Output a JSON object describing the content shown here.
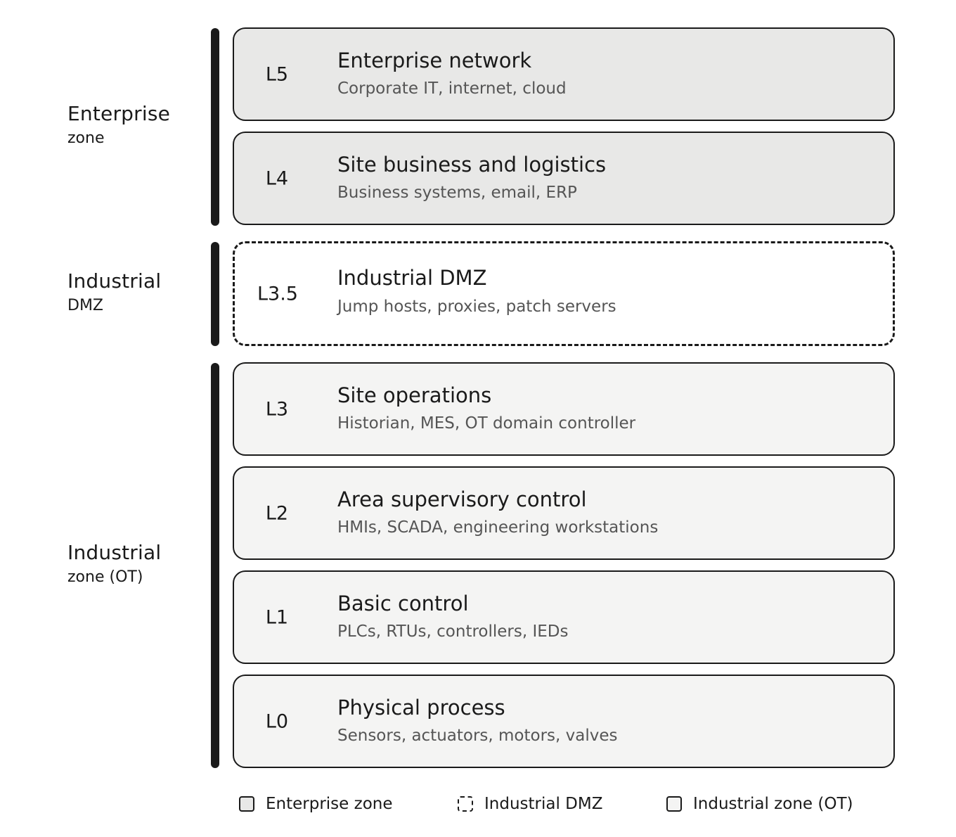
{
  "zones": [
    {
      "id": "enterprise",
      "main": "Enterprise",
      "sub": "zone"
    },
    {
      "id": "dmz",
      "main": "Industrial",
      "sub": "DMZ"
    },
    {
      "id": "ot",
      "main": "Industrial",
      "sub": "zone (OT)"
    }
  ],
  "layers": [
    {
      "level": "L5",
      "title": "Enterprise network",
      "desc": "Corporate IT, internet, cloud",
      "zone": "enterprise"
    },
    {
      "level": "L4",
      "title": "Site business and logistics",
      "desc": "Business systems, email, ERP",
      "zone": "enterprise"
    },
    {
      "level": "L3.5",
      "title": "Industrial DMZ",
      "desc": "Jump hosts, proxies, patch servers",
      "zone": "dmz"
    },
    {
      "level": "L3",
      "title": "Site operations",
      "desc": "Historian, MES, OT domain controller",
      "zone": "ot"
    },
    {
      "level": "L2",
      "title": "Area supervisory control",
      "desc": "HMIs, SCADA, engineering workstations",
      "zone": "ot"
    },
    {
      "level": "L1",
      "title": "Basic control",
      "desc": "PLCs, RTUs, controllers, IEDs",
      "zone": "ot"
    },
    {
      "level": "L0",
      "title": "Physical process",
      "desc": "Sensors, actuators, motors, valves",
      "zone": "ot"
    }
  ],
  "legend": [
    {
      "label": "Enterprise zone",
      "style": "solid",
      "fill": "#e8e8e7"
    },
    {
      "label": "Industrial DMZ",
      "style": "dashed",
      "fill": "#ffffff"
    },
    {
      "label": "Industrial zone (OT)",
      "style": "solid",
      "fill": "#f4f4f3"
    }
  ],
  "colors": {
    "stroke": "#1a1a1a",
    "enterprise_fill": "#e8e8e7",
    "ot_fill": "#f4f4f3",
    "dmz_fill": "#ffffff",
    "description_text": "#555555"
  }
}
